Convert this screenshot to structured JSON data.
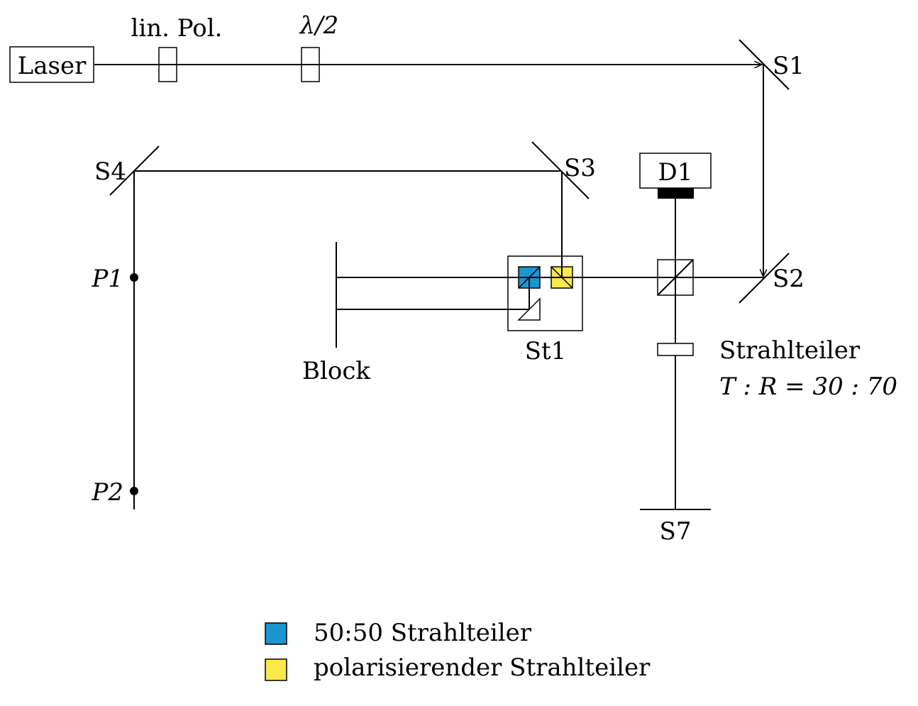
{
  "labels": {
    "laser": "Laser",
    "lin_pol": "lin. Pol.",
    "half_wave": "λ/2",
    "s1": "S1",
    "s2": "S2",
    "s3": "S3",
    "s4": "S4",
    "s7": "S7",
    "d1": "D1",
    "p1": "P1",
    "p2": "P2",
    "block": "Block",
    "st1": "St1",
    "beamsplitter": "Strahlteiler",
    "ratio": "T : R = 30 : 70"
  },
  "legend": {
    "items": [
      {
        "label": "50:50 Strahlteiler",
        "color": "#1b95d0"
      },
      {
        "label": "polarisierender Strahlteiler",
        "color": "#fbe849"
      }
    ]
  },
  "colors": {
    "splitter_5050": "#1b95d0",
    "splitter_polarizing": "#fbe849",
    "detector_bar": "#000000"
  }
}
